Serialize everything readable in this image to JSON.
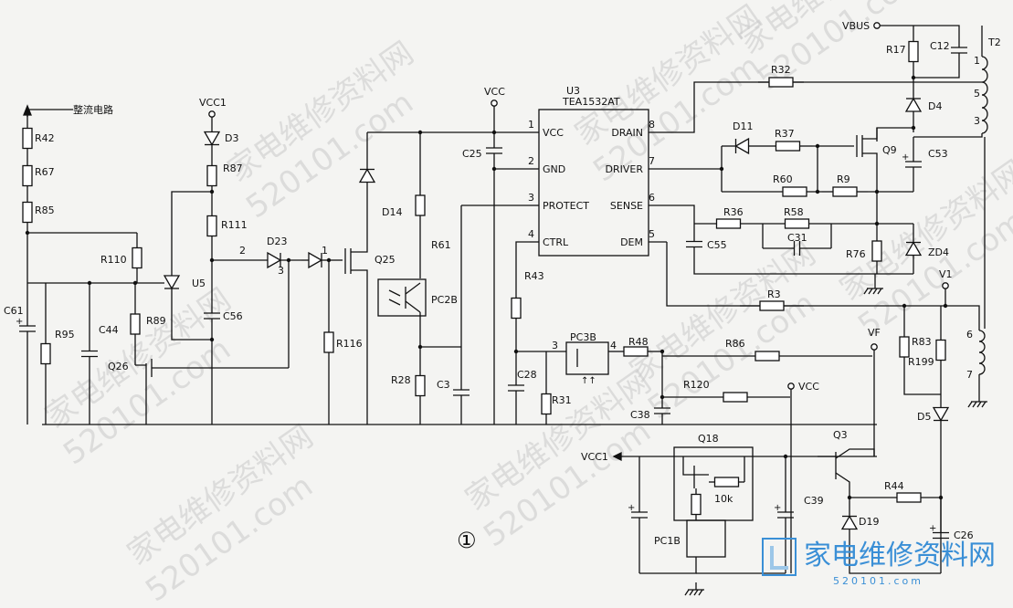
{
  "diagram": {
    "figure_label": "①",
    "ic": {
      "ref": "U3",
      "part": "TEA1532AT",
      "pins_left": [
        {
          "num": "1",
          "name": "VCC"
        },
        {
          "num": "2",
          "name": "GND"
        },
        {
          "num": "3",
          "name": "PROTECT"
        },
        {
          "num": "4",
          "name": "CTRL"
        }
      ],
      "pins_right": [
        {
          "num": "8",
          "name": "DRAIN"
        },
        {
          "num": "7",
          "name": "DRIVER"
        },
        {
          "num": "6",
          "name": "SENSE"
        },
        {
          "num": "5",
          "name": "DEM"
        }
      ]
    },
    "nets": {
      "rectifier": "整流电路",
      "vbus": "VBUS",
      "vcc1_top": "VCC1",
      "vcc_top": "VCC",
      "vcc_mid": "VCC",
      "vcc1_out": "VCC1",
      "v1": "V1",
      "vf": "VF"
    },
    "component_labels": {
      "R42": "R42",
      "R67": "R67",
      "R85": "R85",
      "C61": "C61",
      "R95": "R95",
      "C44": "C44",
      "R110": "R110",
      "R89": "R89",
      "U5": "U5",
      "Q26": "Q26",
      "D3": "D3",
      "R87": "R87",
      "R111": "R111",
      "C56": "C56",
      "D23": "D23",
      "D23_pin2": "2",
      "D23_pin3": "3",
      "D23_pin1": "1",
      "R116": "R116",
      "Q25": "Q25",
      "D14": "D14",
      "R61": "R61",
      "PC2B": "PC2B",
      "R28": "R28",
      "C3": "C3",
      "C25": "C25",
      "R43": "R43",
      "C28": "C28",
      "R31": "R31",
      "PC3B": "PC3B",
      "PC3B_pin3": "3",
      "PC3B_pin4": "4",
      "R48": "R48",
      "R86": "R86",
      "R120": "R120",
      "C38": "C38",
      "R32": "R32",
      "R17": "R17",
      "C12": "C12",
      "T2": "T2",
      "T2_pin1": "1",
      "T2_pin5": "5",
      "T2_pin3": "3",
      "T2_pin6": "6",
      "T2_pin7": "7",
      "D4": "D4",
      "D11": "D11",
      "R37": "R37",
      "Q9": "Q9",
      "C53": "C53",
      "R60": "R60",
      "R9": "R9",
      "R36": "R36",
      "R58": "R58",
      "C55": "C55",
      "C31": "C31",
      "R76": "R76",
      "ZD4": "ZD4",
      "R3": "R3",
      "R83": "R83",
      "R199": "R199",
      "D5": "D5",
      "Q18": "Q18",
      "10k": "10k",
      "PC1B": "PC1B",
      "C39": "C39",
      "Q3": "Q3",
      "R44": "R44",
      "D19": "D19",
      "C26": "C26"
    },
    "watermark_text": "家电维修资料网",
    "watermark_url": "520101.com",
    "brand_text": "家电维修资料网",
    "brand_url": "520101.com"
  }
}
